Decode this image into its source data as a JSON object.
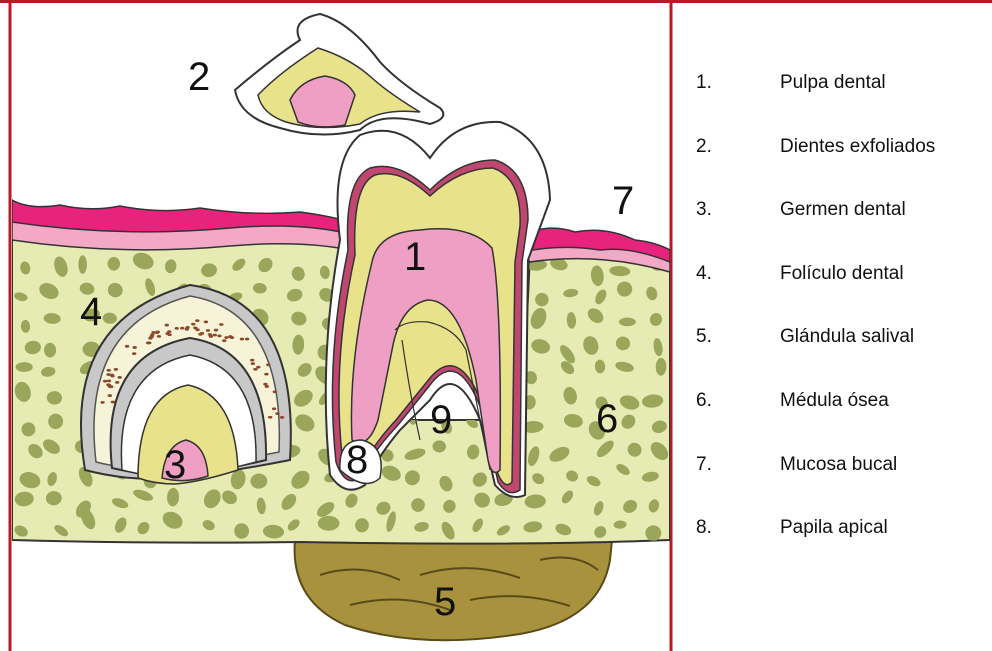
{
  "diagram": {
    "labels": [
      "1",
      "2",
      "3",
      "4",
      "5",
      "6",
      "7",
      "8",
      "9"
    ],
    "colors": {
      "border": "#b21c24",
      "bone": "#e6ebb4",
      "bone_cells": "#9aa65a",
      "gum": "#f3a9c6",
      "mucosa": "#e8237e",
      "dentin": "#e8e28a",
      "pulp": "#ef9fc3",
      "enamel": "#ffffff",
      "follicle": "#c8c8c8",
      "gland": "#a8923e"
    }
  },
  "legend": [
    {
      "num": "1.",
      "term": "Pulpa dental"
    },
    {
      "num": "2.",
      "term": "Dientes exfoliados"
    },
    {
      "num": "3.",
      "term": "Germen dental"
    },
    {
      "num": "4.",
      "term": "Folículo dental"
    },
    {
      "num": "5.",
      "term": "Glándula salival"
    },
    {
      "num": "6.",
      "term": "Médula ósea"
    },
    {
      "num": "7.",
      "term": "Mucosa bucal"
    },
    {
      "num": "8.",
      "term": "Papila apical"
    }
  ]
}
